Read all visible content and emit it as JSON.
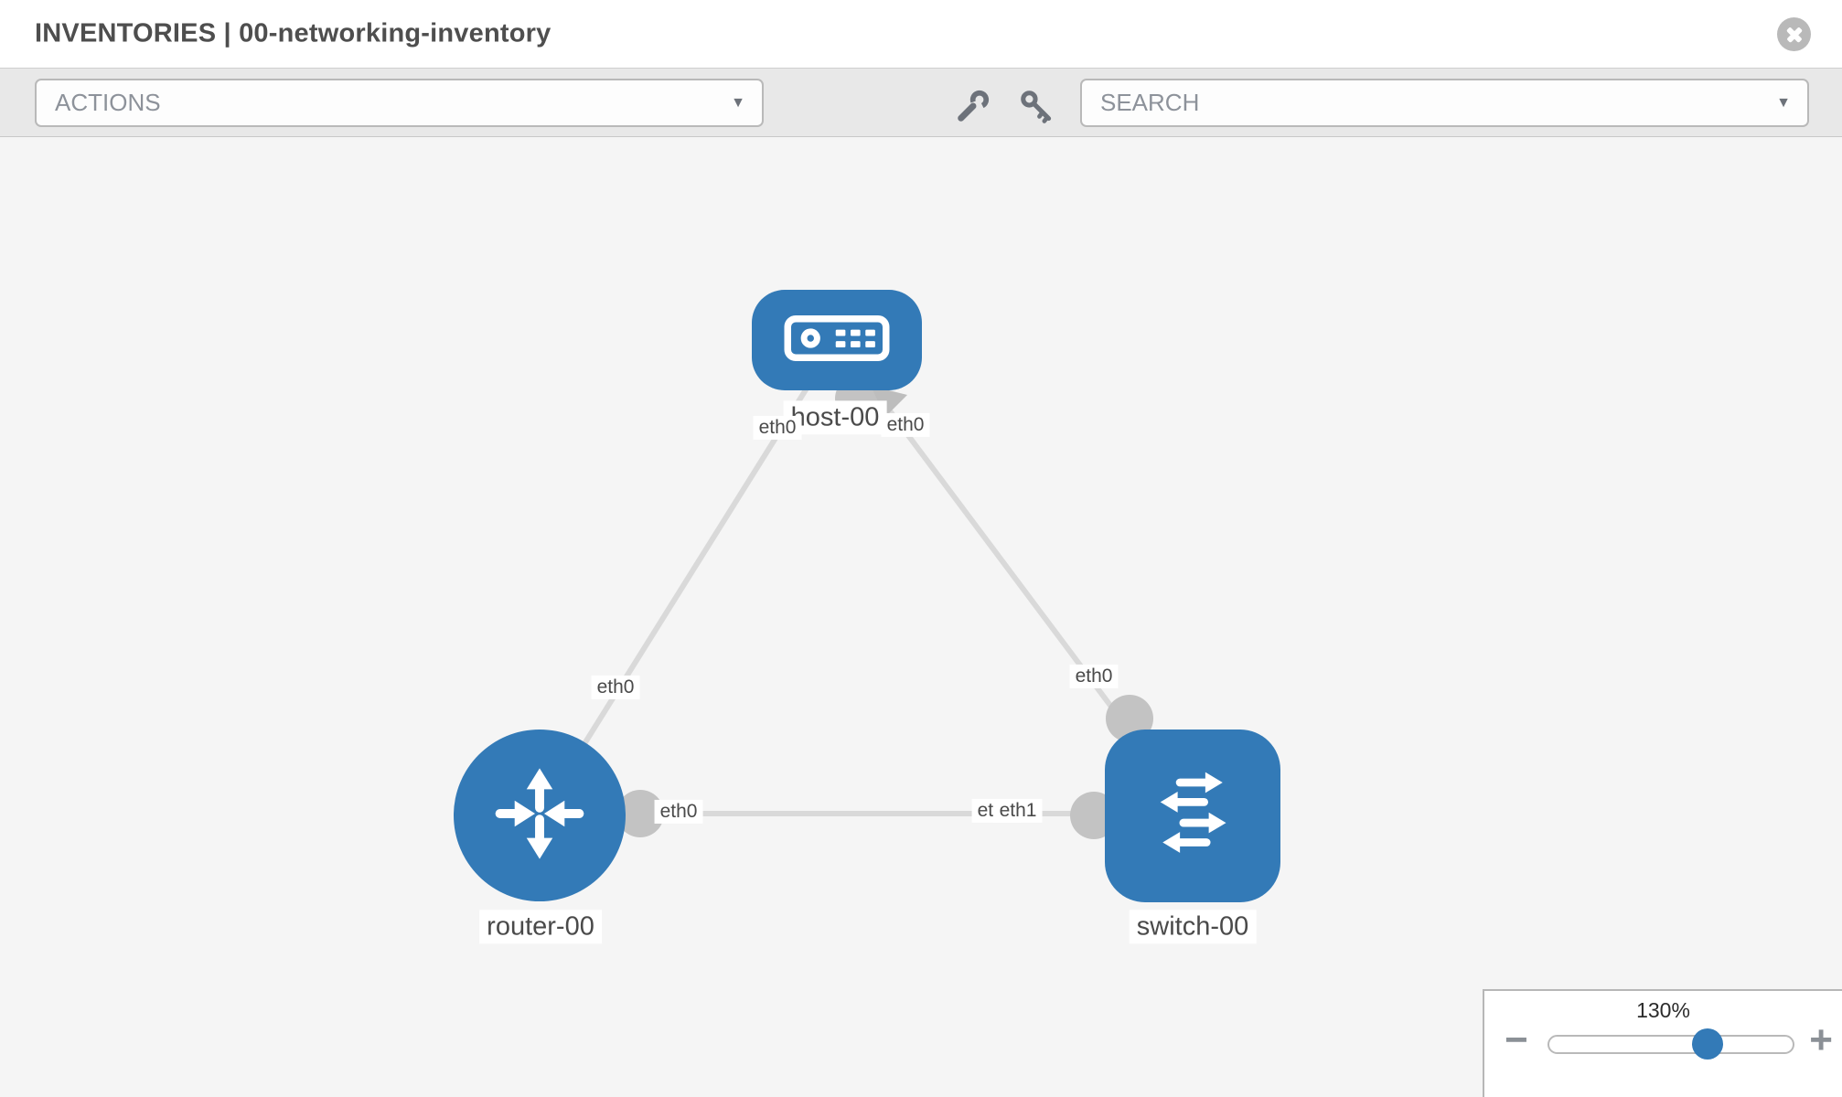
{
  "header": {
    "title": "INVENTORIES | 00-networking-inventory"
  },
  "toolbar": {
    "actions": {
      "label": "ACTIONS"
    },
    "search": {
      "placeholder": "SEARCH"
    },
    "tools": [
      {
        "name": "wrench"
      },
      {
        "name": "key"
      }
    ]
  },
  "topology": {
    "nodes": [
      {
        "id": "host-00",
        "label": "host-00",
        "type": "host",
        "shape": "rounded-rect"
      },
      {
        "id": "router-00",
        "label": "router-00",
        "type": "router",
        "shape": "circle"
      },
      {
        "id": "switch-00",
        "label": "switch-00",
        "type": "switch",
        "shape": "rounded-square"
      }
    ],
    "links": [
      {
        "source": "host-00",
        "target": "router-00",
        "source_interface": "eth0",
        "target_interface": "eth0"
      },
      {
        "source": "host-00",
        "target": "switch-00",
        "source_interface": "eth0",
        "target_interface": "eth0"
      },
      {
        "source": "router-00",
        "target": "switch-00",
        "source_interface": "eth0",
        "target_interface": "eth1"
      }
    ],
    "interface_labels": [
      "eth0",
      "eth0",
      "eth0",
      "eth0",
      "eth0",
      "eth0",
      "eth1"
    ]
  },
  "zoom_control": {
    "level": "130%",
    "minus_label": "−",
    "plus_label": "+"
  },
  "colors": {
    "node_blue": "#337ab7",
    "link_gray": "#d9d9d9",
    "interface_gray": "#c3c3c3",
    "canvas_bg": "#f5f5f5",
    "toolbar_bg": "#e8e8e8",
    "label_text": "#4a4a4a"
  },
  "glyphs": {
    "dropdown_caret": "▼"
  }
}
